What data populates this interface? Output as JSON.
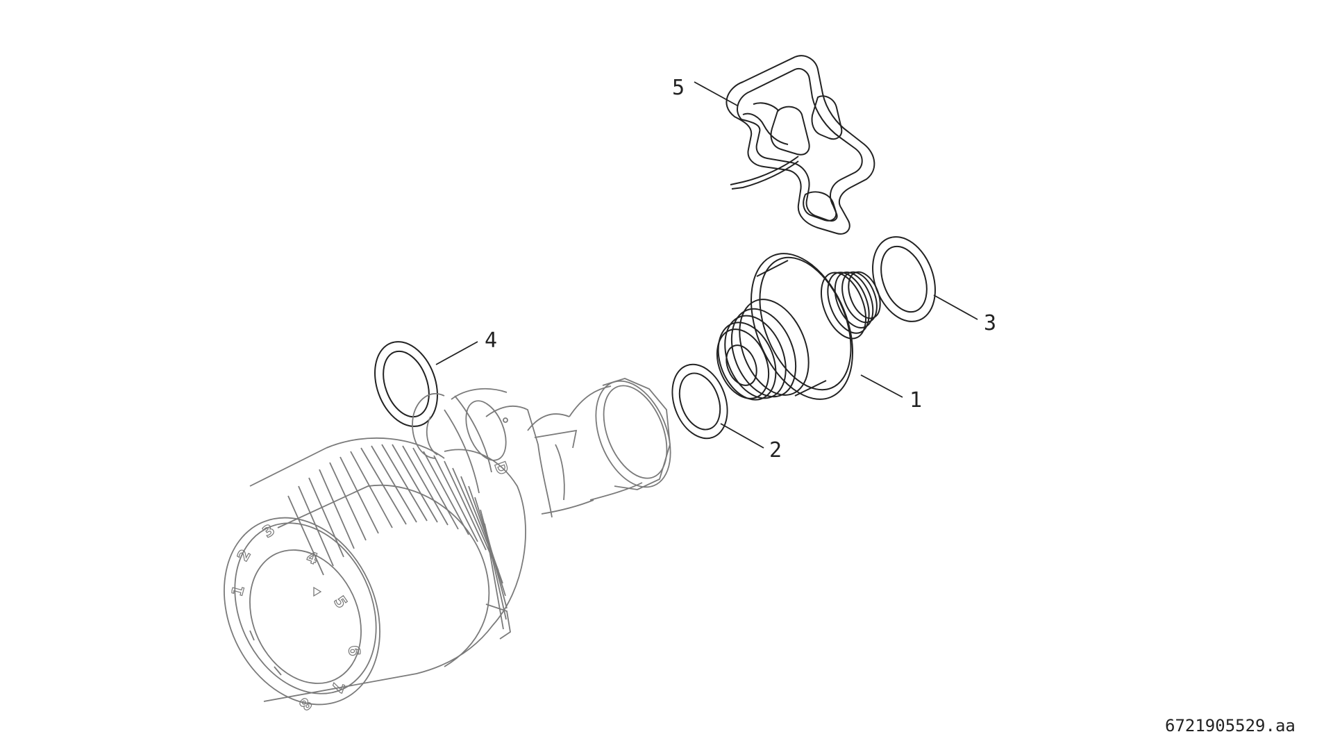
{
  "callouts": [
    {
      "id": "1",
      "label": "1"
    },
    {
      "id": "2",
      "label": "2"
    },
    {
      "id": "3",
      "label": "3"
    },
    {
      "id": "4",
      "label": "4"
    },
    {
      "id": "5",
      "label": "5"
    }
  ],
  "dial": {
    "marks": [
      "1",
      "2",
      "3",
      "4",
      "5",
      "6",
      "7",
      "8"
    ]
  },
  "reference": "6721905529.aa"
}
